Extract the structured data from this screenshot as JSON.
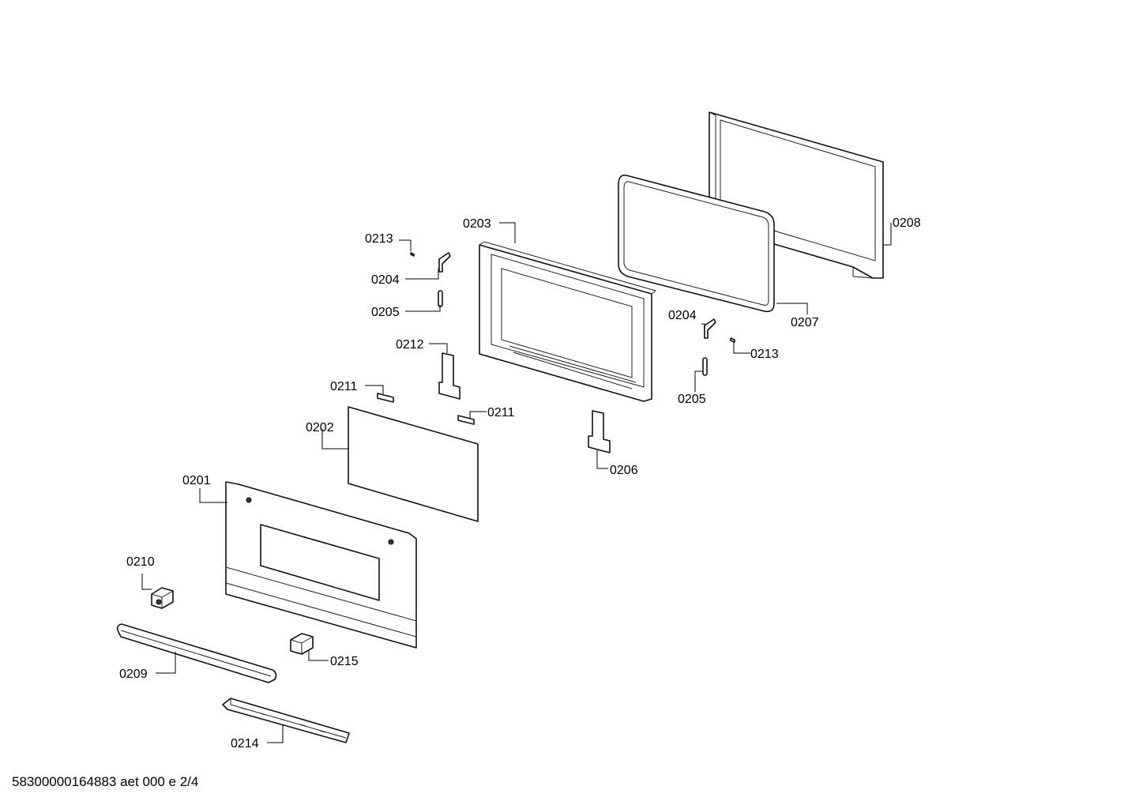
{
  "labels": {
    "p0201": "0201",
    "p0202": "0202",
    "p0203": "0203",
    "p0204a": "0204",
    "p0204b": "0204",
    "p0205a": "0205",
    "p0205b": "0205",
    "p0206": "0206",
    "p0207": "0207",
    "p0208": "0208",
    "p0209": "0209",
    "p0210": "0210",
    "p0211a": "0211",
    "p0211b": "0211",
    "p0212": "0212",
    "p0213a": "0213",
    "p0213b": "0213",
    "p0214": "0214",
    "p0215": "0215"
  },
  "footer": {
    "code": "58300000164883 aet 000 e 2/4"
  }
}
